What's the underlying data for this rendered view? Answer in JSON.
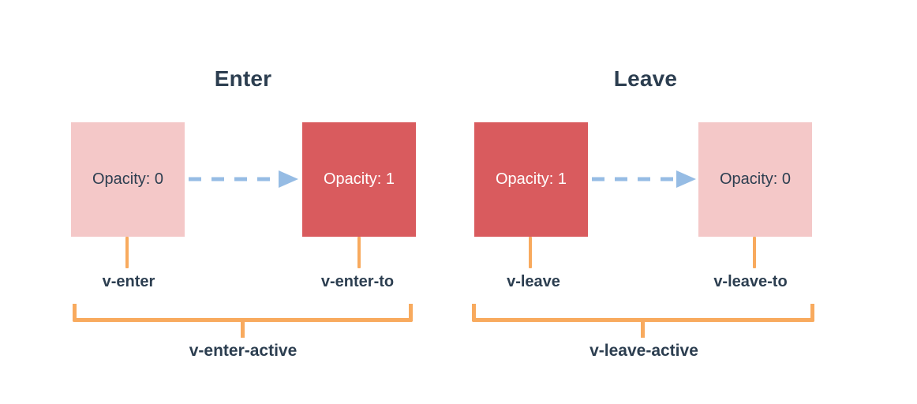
{
  "groups": [
    {
      "title": "Enter",
      "from_box_label": "Opacity: 0",
      "to_box_label": "Opacity: 1",
      "from_label": "v-enter",
      "to_label": "v-enter-to",
      "active_label": "v-enter-active"
    },
    {
      "title": "Leave",
      "from_box_label": "Opacity: 1",
      "to_box_label": "Opacity: 0",
      "from_label": "v-leave",
      "to_label": "v-leave-to",
      "active_label": "v-leave-active"
    }
  ],
  "icons": {
    "arrow": "dashed-arrow-right-icon"
  },
  "colors": {
    "faded_box": "#f4c8c8",
    "solid_box": "#d95b5e",
    "box_text_dark": "#2c3e50",
    "box_text_light": "#ffffff",
    "connector_orange": "#f8aa5e",
    "arrow_blue": "#96bce4",
    "heading_text": "#2c3e50",
    "background": "#ffffff"
  }
}
